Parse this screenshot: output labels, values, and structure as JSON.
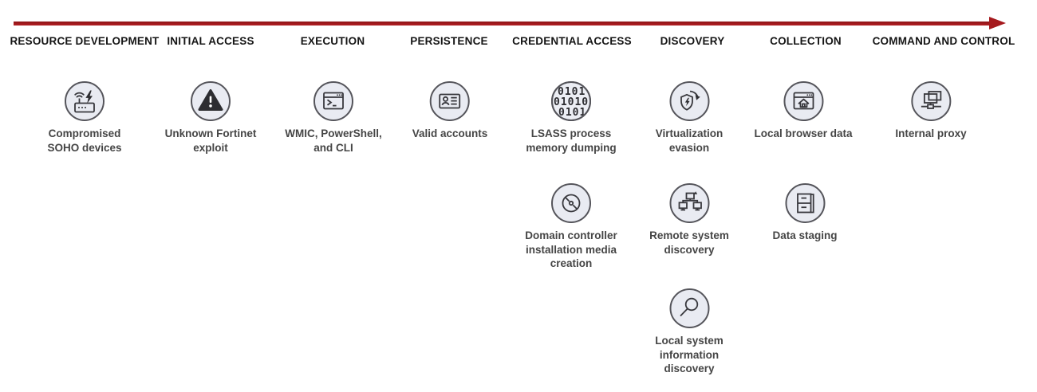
{
  "colors": {
    "arrow": "#a5191d",
    "badge_fill": "#e9ebf2",
    "badge_border": "#55555b",
    "icon_stroke": "#38383d",
    "header_text": "#151515",
    "label_text": "#454545"
  },
  "icons": {
    "binary_rows": [
      "0101",
      "01010",
      "0101"
    ]
  },
  "columns": [
    {
      "label": "RESOURCE DEVELOPMENT",
      "items": [
        {
          "label": "Compromised SOHO devices",
          "icon": "router-icon"
        }
      ]
    },
    {
      "label": "INITIAL ACCESS",
      "items": [
        {
          "label": "Unknown Fortinet exploit",
          "icon": "warning-icon"
        }
      ]
    },
    {
      "label": "EXECUTION",
      "items": [
        {
          "label": "WMIC, PowerShell, and CLI",
          "icon": "terminal-icon"
        }
      ]
    },
    {
      "label": "PERSISTENCE",
      "items": [
        {
          "label": "Valid accounts",
          "icon": "id-card-icon"
        }
      ]
    },
    {
      "label": "CREDENTIAL ACCESS",
      "items": [
        {
          "label": "LSASS process memory dumping",
          "icon": "binary-code-icon"
        },
        {
          "label": "Domain controller installation media creation",
          "icon": "disc-icon"
        }
      ]
    },
    {
      "label": "DISCOVERY",
      "items": [
        {
          "label": "Virtualization evasion",
          "icon": "shield-refresh-icon"
        },
        {
          "label": "Remote system discovery",
          "icon": "network-tree-icon"
        },
        {
          "label": "Local system information discovery",
          "icon": "magnifier-icon"
        }
      ]
    },
    {
      "label": "COLLECTION",
      "items": [
        {
          "label": "Local browser data",
          "icon": "browser-home-icon"
        },
        {
          "label": "Data staging",
          "icon": "cabinet-icon"
        }
      ]
    },
    {
      "label": "COMMAND AND CONTROL",
      "items": [
        {
          "label": "Internal proxy",
          "icon": "proxy-monitors-icon"
        }
      ]
    }
  ]
}
